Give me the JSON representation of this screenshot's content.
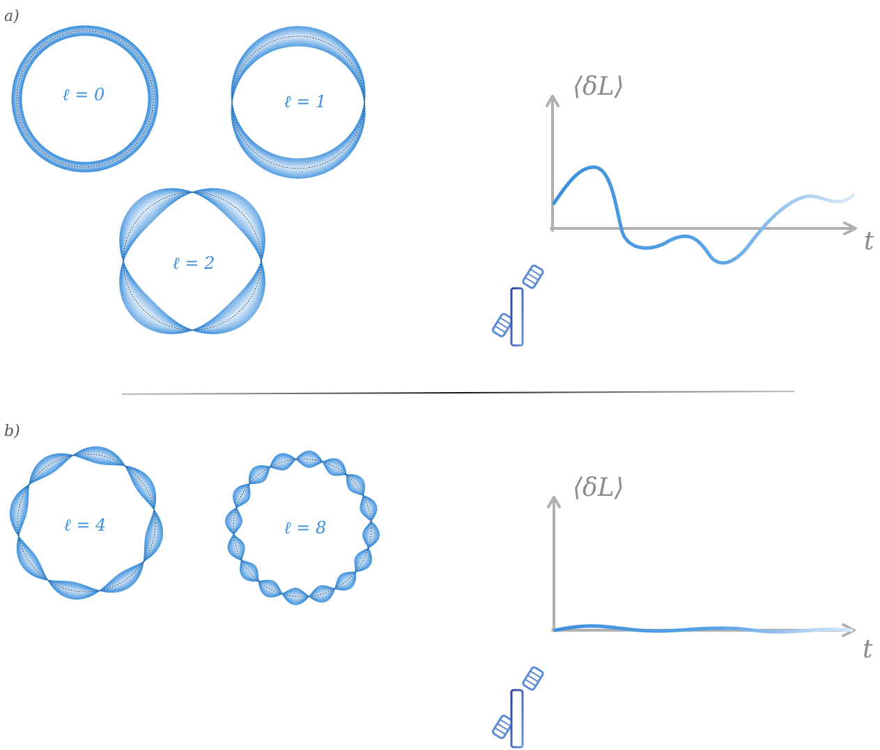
{
  "panels": [
    {
      "label": "a)",
      "modes": [
        {
          "text": "ℓ = 0"
        },
        {
          "text": "ℓ = 1"
        },
        {
          "text": "ℓ = 2"
        }
      ],
      "plot": {
        "ylabel": "⟨δL⟩",
        "xlabel": "t"
      }
    },
    {
      "label": "b)",
      "modes": [
        {
          "text": "ℓ = 4"
        },
        {
          "text": "ℓ = 8"
        }
      ],
      "plot": {
        "ylabel": "⟨δL⟩",
        "xlabel": "t"
      }
    }
  ],
  "colors": {
    "ring": "#3d8fdc",
    "ring_light": "#a9cdf2",
    "axis": "#b0b0b0",
    "curve_start": "#3d8fdc",
    "curve_end": "#dbe9f8",
    "satellite_dark": "#2f3f9e",
    "satellite_light": "#5b8ad6",
    "divider": "#111111"
  }
}
